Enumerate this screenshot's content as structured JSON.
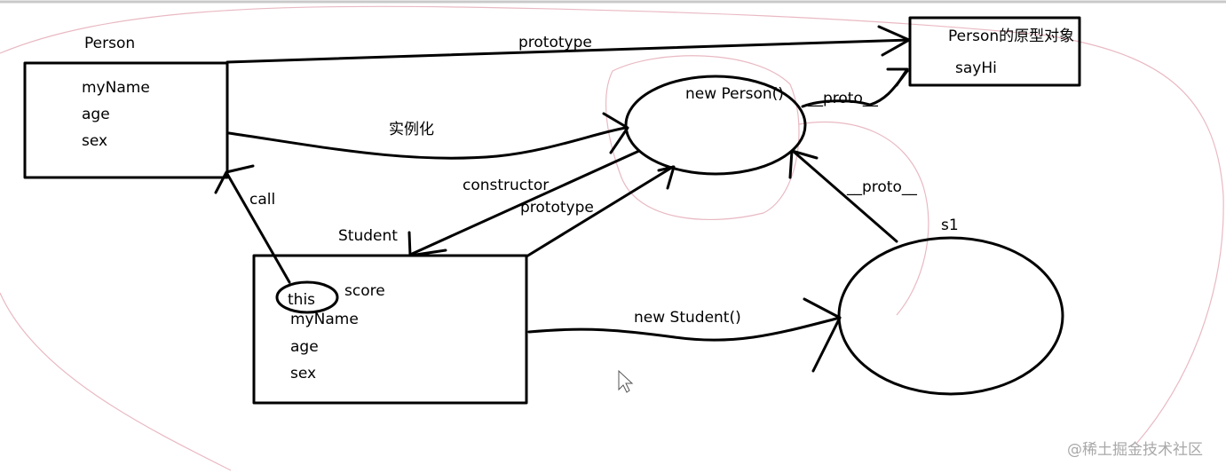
{
  "person": {
    "title": "Person",
    "props": [
      "myName",
      "age",
      "sex"
    ]
  },
  "prototype_object": {
    "title": "Person的原型对象",
    "method": "sayHi"
  },
  "new_person": {
    "label": "new Person()"
  },
  "student": {
    "title": "Student",
    "this_label": "this",
    "score": "score",
    "props": [
      "myName",
      "age",
      "sex"
    ]
  },
  "s1": {
    "label": "s1"
  },
  "arrows": {
    "prototype_top": "prototype",
    "instantiate": "实例化",
    "proto_1": "__proto__",
    "proto_2": "__proto__",
    "call": "call",
    "constructor": "constructor",
    "prototype_student": "prototype",
    "new_student": "new Student()"
  },
  "watermark": "@稀土掘金技术社区"
}
